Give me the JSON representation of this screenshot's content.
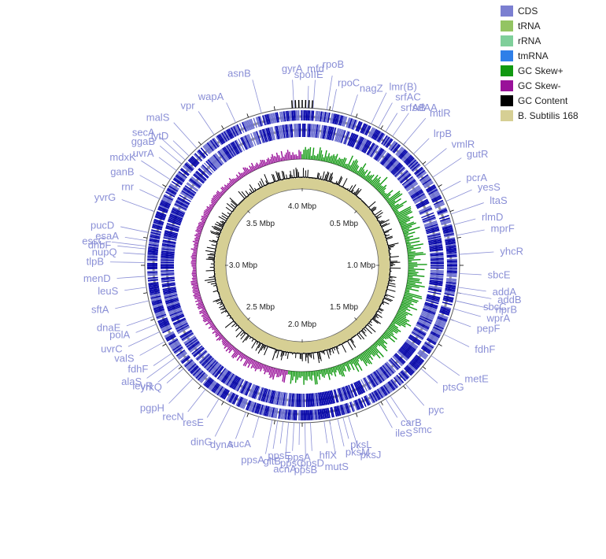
{
  "legend": {
    "items": [
      {
        "label": "CDS",
        "color": "#7b7fd1"
      },
      {
        "label": "tRNA",
        "color": "#93c463"
      },
      {
        "label": "rRNA",
        "color": "#7fcf9a"
      },
      {
        "label": "tmRNA",
        "color": "#2f7fe8"
      },
      {
        "label": "GC Skew+",
        "color": "#119911"
      },
      {
        "label": "GC Skew-",
        "color": "#991199"
      },
      {
        "label": "GC Content",
        "color": "#000000"
      },
      {
        "label": "B. Subtilis 168",
        "color": "#d6cf94"
      }
    ]
  },
  "scale": {
    "ticks": [
      "0.5 Mbp",
      "1.0 Mbp",
      "1.5 Mbp",
      "2.0 Mbp",
      "2.5 Mbp",
      "3.0 Mbp",
      "3.5 Mbp",
      "4.0 Mbp"
    ],
    "tick_degrees": [
      45,
      90,
      135,
      180,
      225,
      270,
      315,
      360
    ]
  },
  "colors": {
    "label": "#8a8fd6",
    "cds_dark": "#0000aa",
    "cds_light": "#6b6fd0",
    "skew_plus": "#119911",
    "skew_minus": "#991199",
    "gc_content": "#000000",
    "reference": "#d6cf94"
  },
  "genes": [
    {
      "name": "spoIIE",
      "deg": 2
    },
    {
      "name": "mfd",
      "deg": 4
    },
    {
      "name": "rpoB",
      "deg": 9
    },
    {
      "name": "rpoC",
      "deg": 11
    },
    {
      "name": "gyrA",
      "deg": 357
    },
    {
      "name": "asnB",
      "deg": 345
    },
    {
      "name": "wapA",
      "deg": 335
    },
    {
      "name": "vpr",
      "deg": 326
    },
    {
      "name": "malS",
      "deg": 318
    },
    {
      "name": "nagZ",
      "deg": 18
    },
    {
      "name": "srfAC",
      "deg": 29
    },
    {
      "name": "lmr(B)",
      "deg": 26
    },
    {
      "name": "srfAB",
      "deg": 32
    },
    {
      "name": "srfAA",
      "deg": 35
    },
    {
      "name": "mtlR",
      "deg": 40
    },
    {
      "name": "lrpB",
      "deg": 45
    },
    {
      "name": "vmlR",
      "deg": 51
    },
    {
      "name": "gutR",
      "deg": 56
    },
    {
      "name": "pcrA",
      "deg": 62
    },
    {
      "name": "yesS",
      "deg": 66
    },
    {
      "name": "ltaS",
      "deg": 71
    },
    {
      "name": "rlmD",
      "deg": 75
    },
    {
      "name": "mprF",
      "deg": 79
    },
    {
      "name": "yhcR",
      "deg": 86
    },
    {
      "name": "sbcE",
      "deg": 93
    },
    {
      "name": "addA",
      "deg": 98
    },
    {
      "name": "addB",
      "deg": 100
    },
    {
      "name": "sbcC",
      "deg": 103
    },
    {
      "name": "wprA",
      "deg": 106
    },
    {
      "name": "nprB",
      "deg": 103
    },
    {
      "name": "pepF",
      "deg": 110
    },
    {
      "name": "fdhF",
      "deg": 116
    },
    {
      "name": "metE",
      "deg": 125
    },
    {
      "name": "ptsG",
      "deg": 131
    },
    {
      "name": "pyc",
      "deg": 139
    },
    {
      "name": "smc",
      "deg": 146
    },
    {
      "name": "carB",
      "deg": 148
    },
    {
      "name": "ileS",
      "deg": 151
    },
    {
      "name": "pksJ",
      "deg": 163
    },
    {
      "name": "pksL",
      "deg": 165
    },
    {
      "name": "pksM",
      "deg": 167
    },
    {
      "name": "mutS",
      "deg": 170
    },
    {
      "name": "hflX",
      "deg": 172
    },
    {
      "name": "ppsD",
      "deg": 177
    },
    {
      "name": "ppsB",
      "deg": 179
    },
    {
      "name": "ppsA",
      "deg": 181
    },
    {
      "name": "ppsC",
      "deg": 183
    },
    {
      "name": "acnA",
      "deg": 185
    },
    {
      "name": "ppsE",
      "deg": 187
    },
    {
      "name": "gltB",
      "deg": 189
    },
    {
      "name": "ppsA",
      "deg": 191
    },
    {
      "name": "sucA",
      "deg": 196
    },
    {
      "name": "dynA",
      "deg": 201
    },
    {
      "name": "dinG",
      "deg": 207
    },
    {
      "name": "resE",
      "deg": 212
    },
    {
      "name": "recN",
      "deg": 218
    },
    {
      "name": "pgpH",
      "deg": 224
    },
    {
      "name": "yrkQ",
      "deg": 229
    },
    {
      "name": "levR",
      "deg": 231
    },
    {
      "name": "alaS",
      "deg": 234
    },
    {
      "name": "fdhF",
      "deg": 236
    },
    {
      "name": "valS",
      "deg": 241
    },
    {
      "name": "uvrC",
      "deg": 245
    },
    {
      "name": "polA",
      "deg": 248
    },
    {
      "name": "dnaE",
      "deg": 251
    },
    {
      "name": "sftA",
      "deg": 257
    },
    {
      "name": "leuS",
      "deg": 262
    },
    {
      "name": "menD",
      "deg": 266
    },
    {
      "name": "tlpB",
      "deg": 271
    },
    {
      "name": "nupQ",
      "deg": 274
    },
    {
      "name": "dhbF",
      "deg": 276
    },
    {
      "name": "essC",
      "deg": 277
    },
    {
      "name": "esaA",
      "deg": 279
    },
    {
      "name": "pucD",
      "deg": 282
    },
    {
      "name": "yvrG",
      "deg": 290
    },
    {
      "name": "rnr",
      "deg": 295
    },
    {
      "name": "ganB",
      "deg": 299
    },
    {
      "name": "mdxK",
      "deg": 303
    },
    {
      "name": "uvrA",
      "deg": 307
    },
    {
      "name": "ggaB",
      "deg": 310
    },
    {
      "name": "secA",
      "deg": 312
    },
    {
      "name": "lytD",
      "deg": 314
    }
  ]
}
